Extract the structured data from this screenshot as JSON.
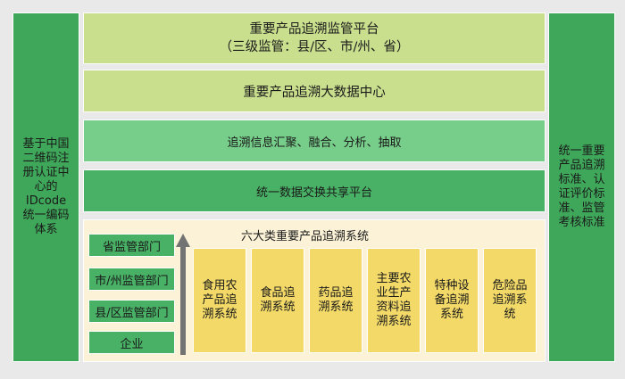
{
  "left_column": {
    "lines": [
      "基于中国",
      "二维码注",
      "册认证中",
      "心的",
      "IDcode",
      "统一编码",
      "体系"
    ]
  },
  "right_column": {
    "lines": [
      "统一重要",
      "产品追溯",
      "标准、认",
      "证评价标",
      "准、监管",
      "考核标准"
    ]
  },
  "layers": {
    "platform_title": "重要产品追溯监管平台",
    "platform_subtitle": "（三级监管：县/区、市/州、省）",
    "big_data": "重要产品追溯大数据中心",
    "processing": "追溯信息汇聚、融合、分析、抽取",
    "exchange": "统一数据交换共享平台"
  },
  "bottom_panel": {
    "title": "六大类重要产品追溯系统",
    "levels": [
      "省监管部门",
      "市/州监管部门",
      "县/区监管部门",
      "企业"
    ],
    "systems": [
      {
        "lines": [
          "食用农",
          "产品追",
          "溯系统"
        ]
      },
      {
        "lines": [
          "食品追",
          "溯系统"
        ]
      },
      {
        "lines": [
          "药品追",
          "溯系统"
        ]
      },
      {
        "lines": [
          "主要农",
          "业生产",
          "资料追",
          "溯系统"
        ]
      },
      {
        "lines": [
          "特种设",
          "备追溯",
          "系统"
        ]
      },
      {
        "lines": [
          "危险品",
          "追溯系",
          "统"
        ]
      }
    ]
  },
  "colors": {
    "background": "#e9e9e9",
    "side_green": "#3fa75a",
    "light_olive": "#c9df8e",
    "mid_green": "#77ce8a",
    "dark_green": "#48b165",
    "panel_cream": "#fbf2d7",
    "system_yellow": "#f3da68",
    "arrow_gray": "#737373"
  }
}
